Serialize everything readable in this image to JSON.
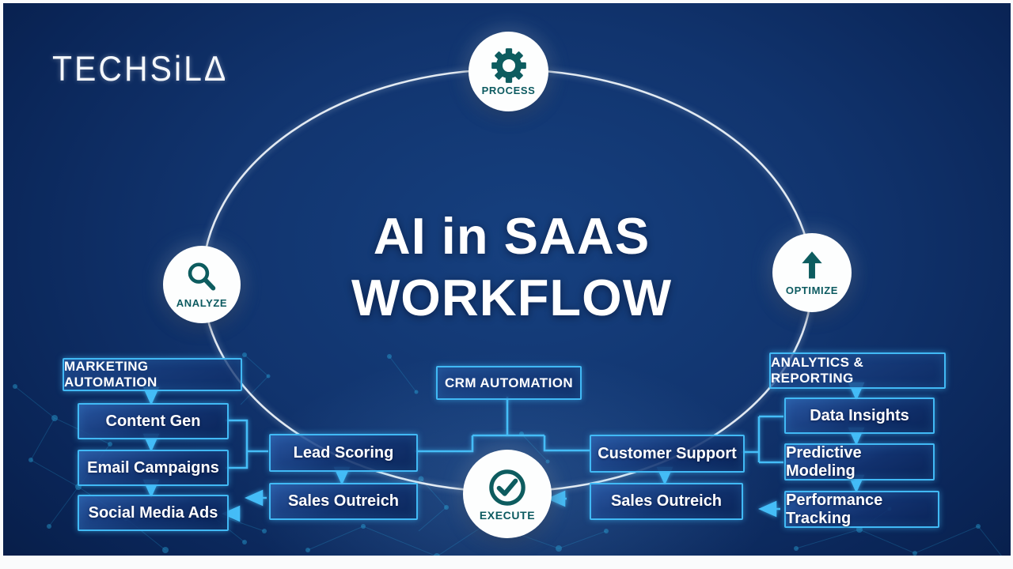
{
  "brand": {
    "logo": "TECHSiLΔ"
  },
  "title": {
    "line1": "AI in SAAS",
    "line2": "WORKFLOW"
  },
  "cycle_nodes": {
    "process": {
      "label": "PROCESS",
      "icon": "gear-icon"
    },
    "analyze": {
      "label": "ANALYZE",
      "icon": "magnifier-icon"
    },
    "optimize": {
      "label": "OPTIMIZE",
      "icon": "arrow-up-icon"
    },
    "execute": {
      "label": "EXECUTE",
      "icon": "check-circle-icon"
    }
  },
  "flows": {
    "marketing": {
      "header": "MARKETING AUTOMATION",
      "items": [
        "Content Gen",
        "Email Campaigns",
        "Social Media Ads"
      ]
    },
    "lead_scoring": {
      "items": [
        "Lead Scoring",
        "Sales Outreich"
      ]
    },
    "crm": {
      "header": "CRM AUTOMATION"
    },
    "customer_support": {
      "items": [
        "Customer Support",
        "Sales Outreich"
      ]
    },
    "analytics": {
      "header": "ANALYTICS & REPORTING",
      "items": [
        "Data Insights",
        "Predictive Modeling",
        "Performance Tracking"
      ]
    }
  },
  "colors": {
    "background_navy": "#11346e",
    "box_border_cyan": "#41b9f5",
    "connector_cyan": "#45bdf7",
    "node_icon_teal": "#0d5c5f",
    "ellipse_white": "#f2f7fc",
    "title_white": "#ffffff"
  }
}
